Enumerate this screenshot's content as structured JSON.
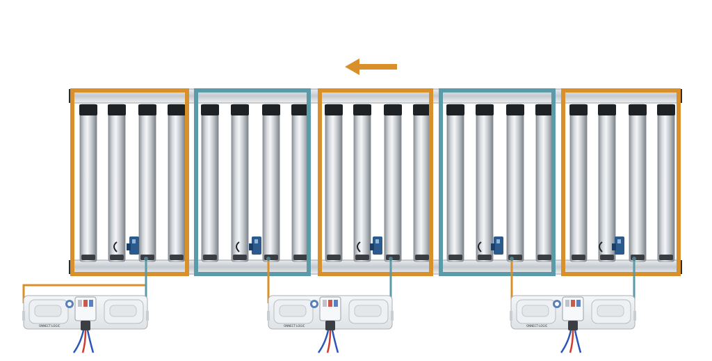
{
  "diagram": {
    "flow_direction": "left",
    "colors": {
      "orange": "#d9902a",
      "teal": "#5b9aa8",
      "frame": "#c8ccd0",
      "roller_light": "#e6e9ec",
      "roller_dark": "#8e959b",
      "sensor": "#2b5a8c",
      "wire_red": "#d23a2a",
      "wire_blue": "#2a56b8"
    },
    "zones": [
      {
        "id": "zone-1",
        "color": "orange"
      },
      {
        "id": "zone-2",
        "color": "teal"
      },
      {
        "id": "zone-3",
        "color": "orange"
      },
      {
        "id": "zone-4",
        "color": "teal"
      },
      {
        "id": "zone-5",
        "color": "orange"
      }
    ],
    "controllers": [
      {
        "id": "controller-1",
        "brand_text": "ONNECT·LOGIC"
      },
      {
        "id": "controller-2",
        "brand_text": "ONNECT·LOGIC"
      },
      {
        "id": "controller-3",
        "brand_text": "ONNECT·LOGIC"
      }
    ],
    "rollers_per_zone": 4,
    "icons": [
      "arrow-left-icon",
      "photo-eye-sensor-icon",
      "controller-module-icon"
    ]
  }
}
